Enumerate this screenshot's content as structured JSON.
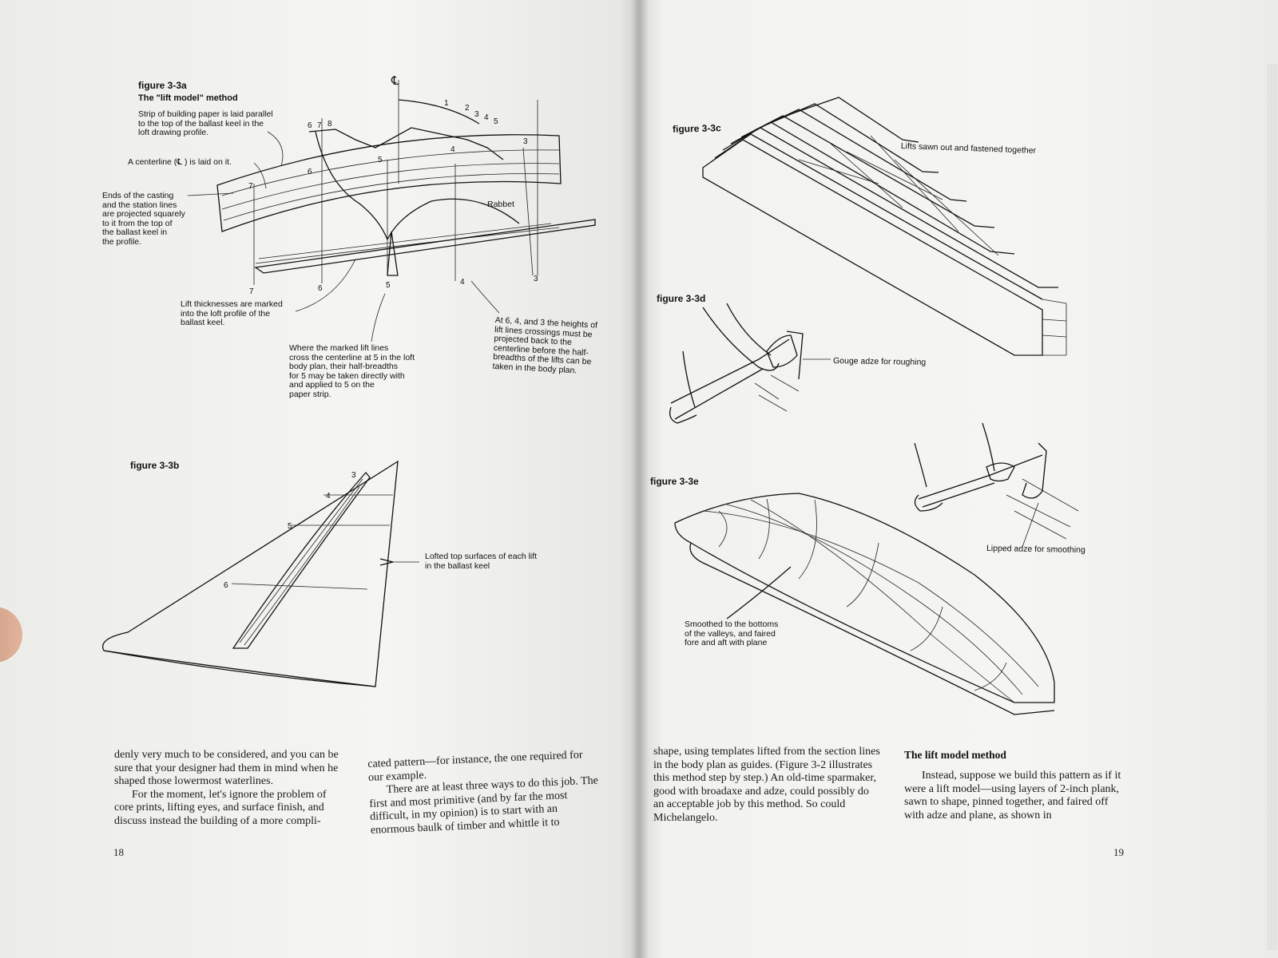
{
  "left_page": {
    "fig_3a": {
      "label": "figure 3-3a",
      "subtitle": "The \"lift model\" method",
      "cap_strip": "Strip of building paper is laid parallel\nto the top of the ballast keel in the\nloft drawing profile.",
      "cap_centerline": "A centerline (℄ ) is laid on it.",
      "cap_ends": "Ends of the casting\nand the station lines\nare projected squarely\nto it from the top of\nthe ballast keel in\nthe profile.",
      "cap_lift_thick": "Lift thicknesses are marked\ninto the loft profile of the\nballast keel.",
      "cap_where": "Where the marked lift lines\ncross the centerline at 5 in the loft\nbody plan, their half-breadths\nfor 5 may be taken directly with\nand applied to 5 on the\npaper strip.",
      "cap_at643": "At 6, 4, and 3 the heights of\nlift lines crossings must be\nprojected back to the\ncenterline before the half-\nbreadths of the lifts can be\ntaken in the body plan.",
      "rabbet": "Rabbet",
      "cl_symbol": "℄",
      "stations_top": [
        "1",
        "2",
        "3",
        "4",
        "5"
      ],
      "stations_left": [
        "6",
        "7",
        "8"
      ],
      "stations_bottom": [
        "7",
        "6",
        "5",
        "4",
        "3"
      ],
      "stations_strip": [
        "7",
        "6",
        "5",
        "4",
        "3"
      ]
    },
    "fig_3b": {
      "label": "figure 3-3b",
      "caption": "Lofted top surfaces of each lift\nin the ballast keel",
      "stations": [
        "3",
        "4",
        "5",
        "6"
      ]
    },
    "column1": {
      "p1": "denly very much to be considered, and you can be sure that your designer had them in mind when he shaped those lowermost waterlines.",
      "p2": "For the moment, let's ignore the problem of core prints, lifting eyes, and surface finish, and discuss instead the building of a more compli-"
    },
    "column2": {
      "p1": "cated pattern—for instance, the one required for our example.",
      "p2": "There are at least three ways to do this job. The first and most primitive (and by far the most difficult, in my opinion) is to start with an enormous baulk of timber and whittle it to"
    },
    "folio": "18"
  },
  "right_page": {
    "fig_3c": {
      "label": "figure 3-3c",
      "caption": "Lifts sawn out and fastened together"
    },
    "fig_3d": {
      "label": "figure 3-3d",
      "caption": "Gouge adze for roughing"
    },
    "fig_3e": {
      "label": "figure 3-3e",
      "caption_lipped": "Lipped adze for smoothing",
      "caption_smoothed": "Smoothed to the bottoms\nof the valleys, and faired\nfore and aft with plane"
    },
    "column1": {
      "p1": "shape, using templates lifted from the section lines in the body plan as guides. (Figure 3-2 illustrates this method step by step.) An old-time sparmaker, good with broadaxe and adze, could possibly do an acceptable job by this method. So could Michelangelo."
    },
    "column2": {
      "heading": "The lift model method",
      "p1": "Instead, suppose we build this pattern as if it were a lift model—using layers of 2-inch plank, sawn to shape, pinned together, and faired off with adze and plane, as shown in"
    },
    "folio": "19"
  }
}
